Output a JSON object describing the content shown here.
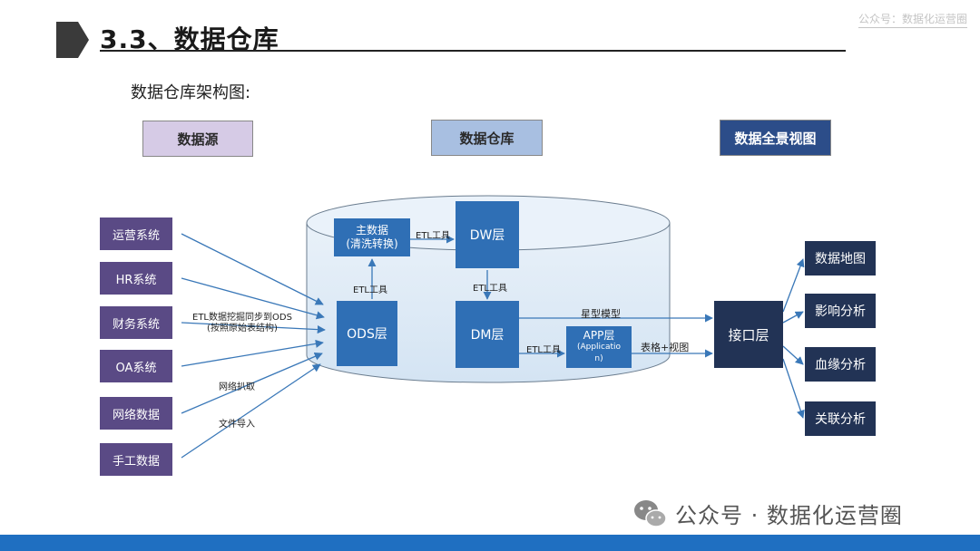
{
  "header": {
    "title": "3.3、数据仓库",
    "watermark": "公众号：数据化运营圈"
  },
  "subtitle": "数据仓库架构图:",
  "categories": {
    "source": "数据源",
    "warehouse": "数据仓库",
    "view": "数据全景视图"
  },
  "sources": [
    "运营系统",
    "HR系统",
    "财务系统",
    "OA系统",
    "网络数据",
    "手工数据"
  ],
  "warehouse": {
    "master_data_line1": "主数据",
    "master_data_line2": "(清洗转换)",
    "dw": "DW层",
    "ods": "ODS层",
    "dm": "DM层",
    "app": "APP层",
    "app_sub_line1": "(Applicatio",
    "app_sub_line2": "n)"
  },
  "interface": "接口层",
  "outputs": [
    "数据地图",
    "影响分析",
    "血缘分析",
    "关联分析"
  ],
  "edge_labels": {
    "etl_master_dw": "ETL工具",
    "etl_ods_master": "ETL工具",
    "etl_dw_dm": "ETL工具",
    "etl_dm_app": "ETL工具",
    "star_model": "星型模型",
    "table_view": "表格+视图",
    "etl_sync_line1": "ETL数据挖掘同步到ODS",
    "etl_sync_line2": "(按照原始表结构)",
    "web_crawl": "网络扒取",
    "file_import": "文件导入"
  },
  "footer": {
    "brand": "公众号 · 数据化运营圈"
  },
  "colors": {
    "source_box": "#5a4a85",
    "warehouse_box": "#2f6fb5",
    "output_box": "#223355",
    "arrow": "#3a78b8",
    "bottom_bar": "#1f6fc1"
  }
}
